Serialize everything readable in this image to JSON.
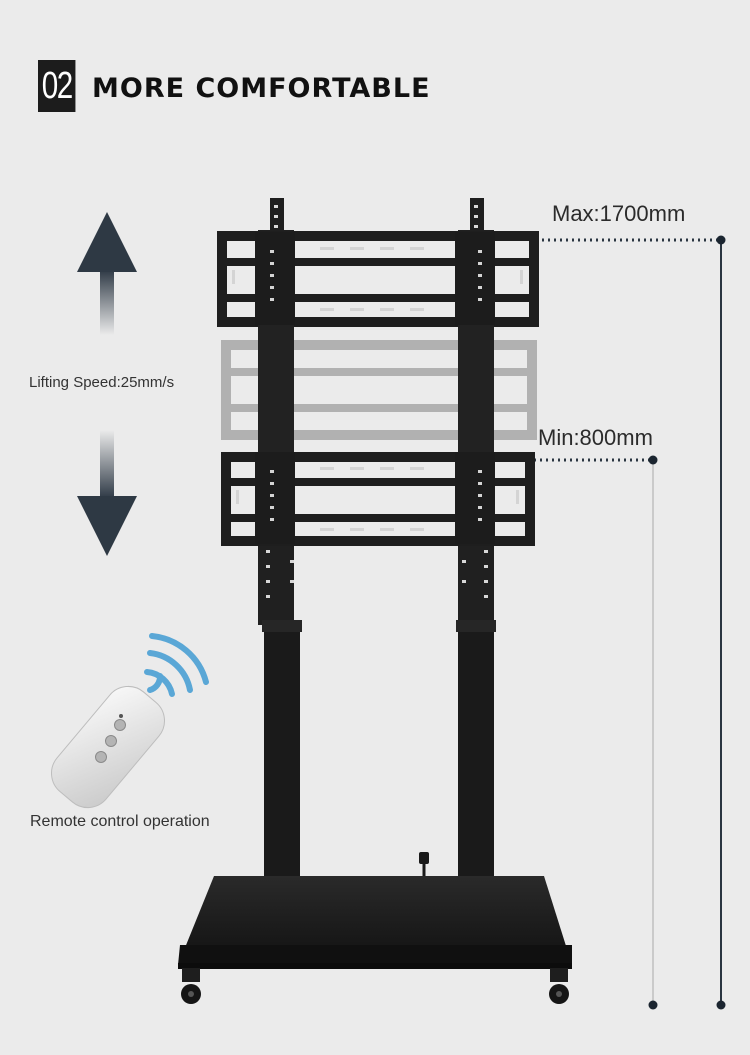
{
  "header": {
    "number": "02",
    "title": "MORE COMFORTABLE"
  },
  "labels": {
    "max_height": "Max:1700mm",
    "min_height": "Min:800mm",
    "lifting_speed": "Lifting Speed:25mm/s",
    "remote": "Remote control operation"
  },
  "colors": {
    "background": "#ebebeb",
    "stand": "#1e1e1e",
    "arrow": "#3a4450",
    "signal": "#5aa7d6"
  },
  "icons": {
    "up": "arrow-up-icon",
    "down": "arrow-down-icon",
    "remote": "remote-control-icon",
    "signal": "wireless-signal-icon"
  }
}
